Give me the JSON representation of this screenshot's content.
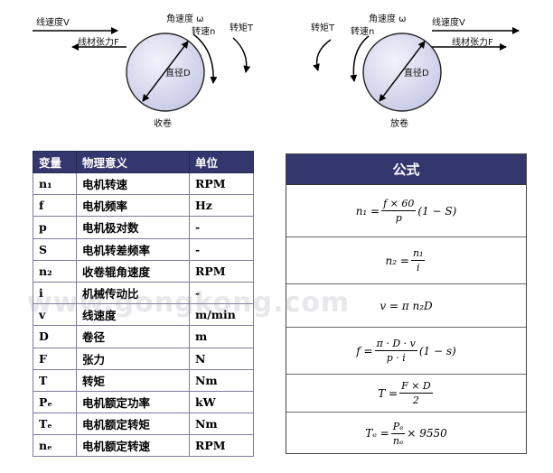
{
  "winder": {
    "velocity_label": "线速度V",
    "tension_label": "线材张力F",
    "angular_label": "角速度 ω",
    "speed_label": "转速n",
    "torque_label": "转矩T",
    "diameter_label": "直径D",
    "caption": "收卷"
  },
  "unwinder": {
    "velocity_label": "线速度V",
    "tension_label": "线材张力F",
    "angular_label": "角速度 ω",
    "speed_label": "转速n",
    "torque_label": "转矩T",
    "diameter_label": "直径D",
    "caption": "放卷"
  },
  "variable_table": {
    "headers": [
      "变量",
      "物理意义",
      "单位"
    ],
    "rows": [
      {
        "sym": "n₁",
        "meaning": "电机转速",
        "unit": "RPM"
      },
      {
        "sym": "f",
        "meaning": "电机频率",
        "unit": "Hz"
      },
      {
        "sym": "p",
        "meaning": "电机极对数",
        "unit": "-"
      },
      {
        "sym": "S",
        "meaning": "电机转差频率",
        "unit": "-"
      },
      {
        "sym": "n₂",
        "meaning": "收卷辊角速度",
        "unit": "RPM"
      },
      {
        "sym": "i",
        "meaning": "机械传动比",
        "unit": "-"
      },
      {
        "sym": "v",
        "meaning": "线速度",
        "unit": "m/min"
      },
      {
        "sym": "D",
        "meaning": "卷径",
        "unit": "m"
      },
      {
        "sym": "F",
        "meaning": "张力",
        "unit": "N"
      },
      {
        "sym": "T",
        "meaning": "转矩",
        "unit": "Nm"
      },
      {
        "sym": "Pₑ",
        "meaning": "电机额定功率",
        "unit": "kW"
      },
      {
        "sym": "Tₑ",
        "meaning": "电机额定转矩",
        "unit": "Nm"
      },
      {
        "sym": "nₑ",
        "meaning": "电机额定转速",
        "unit": "RPM"
      }
    ]
  },
  "formula_panel": {
    "title": "公式",
    "formulas": [
      {
        "lhs": "n₁ =",
        "num": "f × 60",
        "den": "p",
        "rhs": "(1 − S)"
      },
      {
        "lhs": "n₂ =",
        "num": "n₁",
        "den": "i",
        "rhs": ""
      },
      {
        "lhs": "v = π n₂D",
        "num": "",
        "den": "",
        "rhs": ""
      },
      {
        "lhs": "f =",
        "num": "π · D · v",
        "den": "p · i",
        "rhs": "(1 − s)"
      },
      {
        "lhs": "T =",
        "num": "F × D",
        "den": "2",
        "rhs": ""
      },
      {
        "lhs": "Tₑ =",
        "num": "Pₑ",
        "den": "nₑ",
        "rhs": "× 9550"
      }
    ]
  },
  "watermark": "www.gongkong.com"
}
